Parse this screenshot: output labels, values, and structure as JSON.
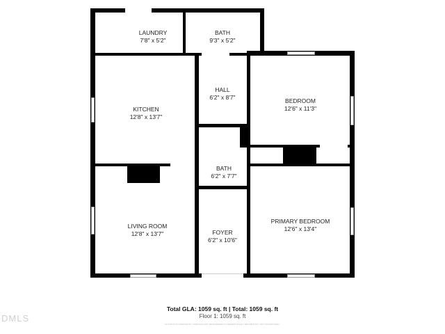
{
  "rooms": [
    {
      "name": "LAUNDRY",
      "size": "7'8\" x 5'2\""
    },
    {
      "name": "BATH",
      "size": "9'3\" x 5'2\""
    },
    {
      "name": "HALL",
      "size": "6'2\" x 8'7\""
    },
    {
      "name": "KITCHEN",
      "size": "12'8\" x 13'7\""
    },
    {
      "name": "BEDROOM",
      "size": "12'6\" x 11'3\""
    },
    {
      "name": "BATH",
      "size": "6'2\" x 7'7\""
    },
    {
      "name": "LIVING ROOM",
      "size": "12'8\" x 13'7\""
    },
    {
      "name": "FOYER",
      "size": "6'2\" x 10'6\""
    },
    {
      "name": "PRIMARY BEDROOM",
      "size": "12'6\" x 13'4\""
    }
  ],
  "footer": {
    "totals": "Total GLA: 1059 sq. ft | Total: 1059 sq. ft",
    "floor": "Floor 1: 1059 sq. ft",
    "disclaimer": "FLOOR PLAN CREATED BY CUBICASA APP. MEASUREMENTS DEEMED HIGHLY RELIABLE BUT NOT GUARANTEED."
  },
  "watermark": "DMLS"
}
